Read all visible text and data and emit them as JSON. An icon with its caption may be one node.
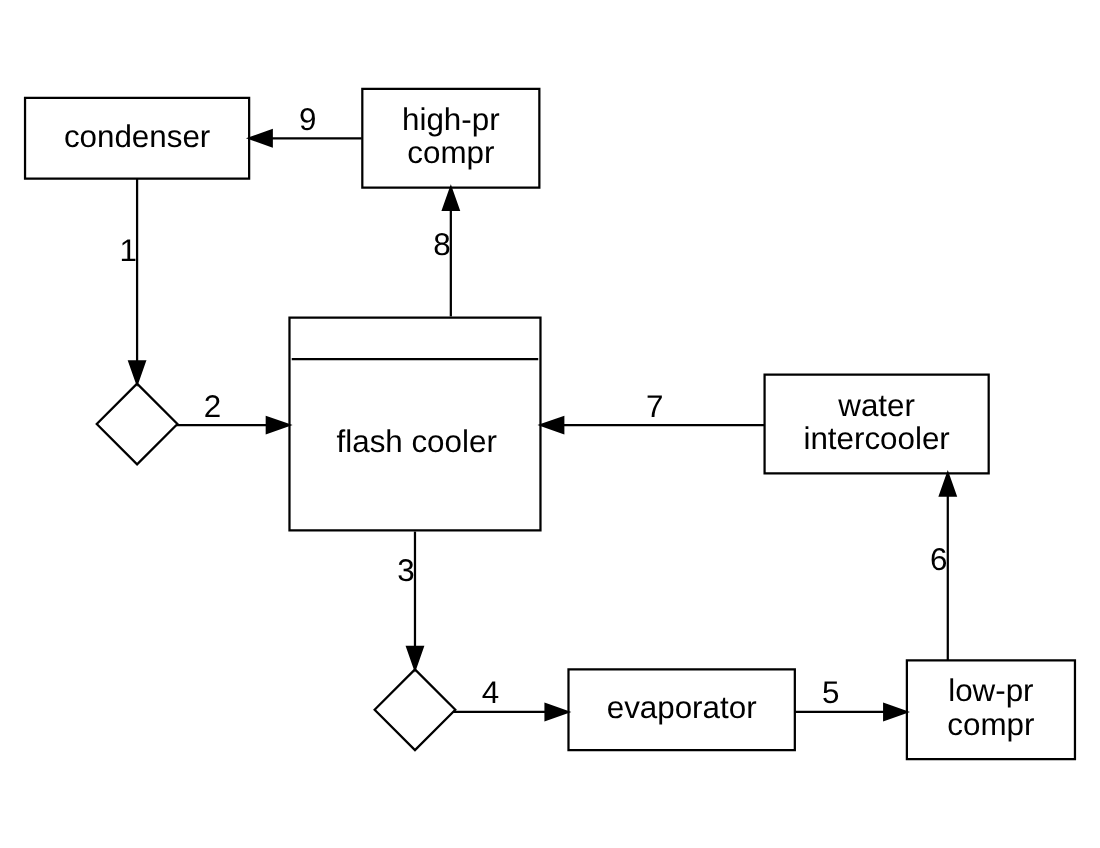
{
  "diagram": {
    "nodes": [
      {
        "text": [
          "condenser"
        ]
      },
      {
        "text": [
          "high-pr compr"
        ]
      },
      {
        "text": [],
        "shape": "valve"
      },
      {
        "text": [
          "flash cooler"
        ]
      },
      {
        "text": [
          "water intercooler"
        ]
      },
      {
        "text": [
          "low-pr compr"
        ]
      },
      {
        "text": [],
        "shape": "valve"
      },
      {
        "text": [
          "evaporator"
        ]
      }
    ],
    "edges": [
      {
        "from": 0,
        "to": 2,
        "arrow": "to",
        "label": "1"
      },
      {
        "from": 2,
        "to": 3,
        "arrow": "to",
        "label": "2"
      },
      {
        "from": 3,
        "to": 6,
        "arrow": "to",
        "label": "3"
      },
      {
        "from": 6,
        "to": 7,
        "arrow": "to",
        "label": "4"
      },
      {
        "from": 7,
        "to": 5,
        "arrow": "to",
        "label": "5"
      },
      {
        "from": 5,
        "to": 4,
        "arrow": "to",
        "label": "6"
      },
      {
        "from": 4,
        "to": 3,
        "arrow": "to",
        "label": "7"
      },
      {
        "from": 3,
        "to": 1,
        "arrow": "to",
        "label": "8"
      },
      {
        "from": 1,
        "to": 0,
        "arrow": "to",
        "label": "9"
      }
    ]
  }
}
